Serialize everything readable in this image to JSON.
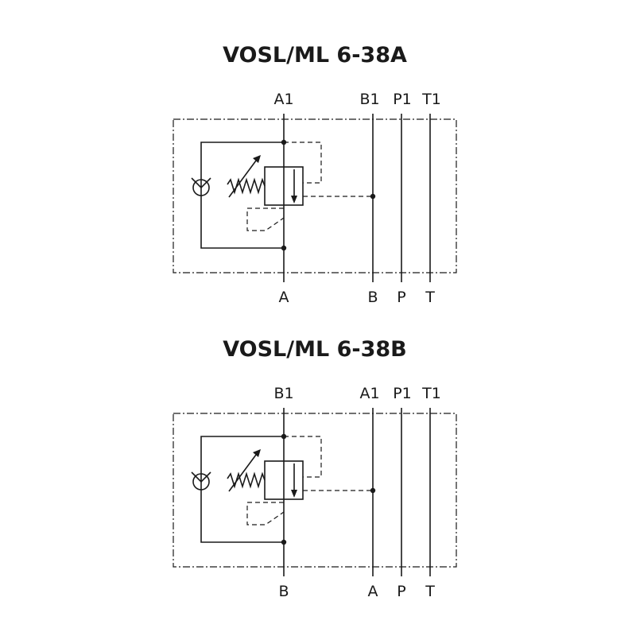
{
  "diagrams": [
    {
      "title": "VOSL/ML 6-38A",
      "top_ports": [
        "A1",
        "B1",
        "P1",
        "T1"
      ],
      "bottom_ports": [
        "A",
        "B",
        "P",
        "T"
      ]
    },
    {
      "title": "VOSL/ML 6-38B",
      "top_ports": [
        "B1",
        "A1",
        "P1",
        "T1"
      ],
      "bottom_ports": [
        "B",
        "A",
        "P",
        "T"
      ]
    }
  ]
}
